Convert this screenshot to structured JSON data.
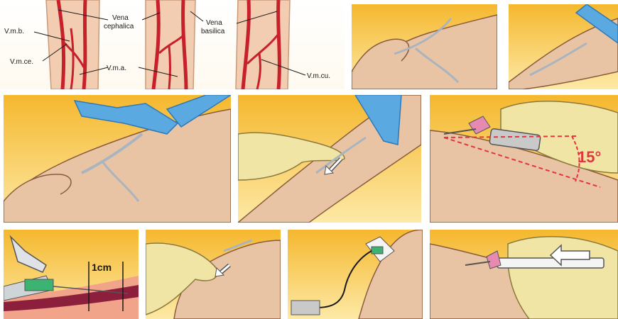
{
  "vein_labels": {
    "vmb": "V.m.b.",
    "vmce": "V.m.ce.",
    "vma": "V.m.a.",
    "cephalica_1": "Vena",
    "cephalica_2": "cephalica",
    "basilica_1": "Vena",
    "basilica_2": "basilica",
    "vmcu": "V.m.cu."
  },
  "angle_label": "15°",
  "depth_label": "1cm",
  "colors": {
    "panel_gradient_top": "#f5b82e",
    "panel_gradient_bottom": "#fde9a6",
    "skin": "#e8c4a4",
    "skin_shadow": "#d6a986",
    "vein_red": "#c8202a",
    "vein_blue": "#a9b4bf",
    "tourniquet": "#5aa9e0",
    "glove": "#f1e5a6",
    "angle_red": "#e2363f"
  },
  "icons": [
    "arrow-icon"
  ]
}
